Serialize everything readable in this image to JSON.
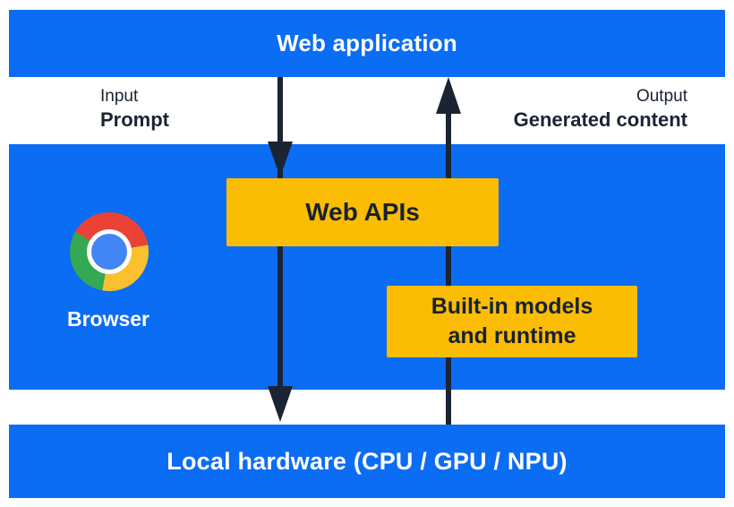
{
  "colors": {
    "layer_blue": "#0b6cf4",
    "box_yellow": "#fbbc04",
    "ink_dark": "#1a2433",
    "chrome_red": "#ea4335",
    "chrome_yellow": "#fbc02d",
    "chrome_green": "#34a853",
    "chrome_blue": "#4285f4"
  },
  "layers": {
    "web_application": "Web application",
    "local_hardware": "Local hardware (CPU / GPU / NPU)"
  },
  "io": {
    "input_label": "Input",
    "input_value": "Prompt",
    "output_label": "Output",
    "output_value": "Generated content"
  },
  "browser": {
    "label": "Browser",
    "logo": "chrome-logo"
  },
  "boxes": {
    "web_apis": "Web APIs",
    "builtin_line1": "Built-in models",
    "builtin_line2": "and runtime"
  },
  "arrows": {
    "down_flow": "web-application-to-local-hardware",
    "up_flow": "local-hardware-to-web-application"
  }
}
